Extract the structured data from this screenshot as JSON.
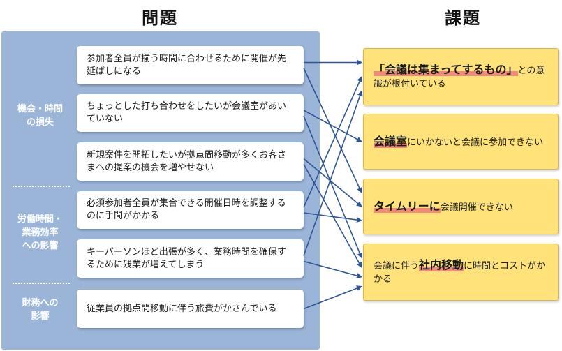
{
  "headers": {
    "problems": "問題",
    "issues": "課題"
  },
  "categories": [
    {
      "label": "機会・時間\nの損失"
    },
    {
      "label": "労働時間・\n業務効率\nへの影響"
    },
    {
      "label": "財務への\n影響"
    }
  ],
  "problems": [
    {
      "text": "参加者全員が揃う時間に合わせるために開催が先延ばしになる"
    },
    {
      "text": "ちょっとした打ち合わせをしたいが会議室があいていない"
    },
    {
      "text": "新規案件を開拓したいが拠点間移動が多くお客さまへの提案の機会を増やせない"
    },
    {
      "text": "必須参加者全員が集合できる開催日時を調整するのに手間がかかる"
    },
    {
      "text": "キーパーソンほど出張が多く、業務時間を確保するために残業が増えてしまう"
    },
    {
      "text": "従業員の拠点間移動に伴う旅費がかさんでいる"
    }
  ],
  "issues": [
    {
      "pre": "",
      "highlight": "「会議は集まってするもの」",
      "post": "との意識が根付いている"
    },
    {
      "pre": "",
      "highlight": "会議室",
      "post": "にいかないと会議に参加できない"
    },
    {
      "pre": "",
      "highlight": "タイムリーに",
      "post": "会議開催できない"
    },
    {
      "pre": "会議に伴う",
      "highlight": "社内移動",
      "post": "に時間とコストがかかる"
    }
  ],
  "colors": {
    "panel": "#9bb5d9",
    "issue_fill": "#ffe37a",
    "highlight": "#f08a7a",
    "arrow": "#2f5597"
  },
  "connections": [
    [
      0,
      0
    ],
    [
      0,
      2
    ],
    [
      1,
      1
    ],
    [
      1,
      3
    ],
    [
      2,
      2
    ],
    [
      2,
      3
    ],
    [
      3,
      0
    ],
    [
      3,
      2
    ],
    [
      4,
      0
    ],
    [
      4,
      3
    ],
    [
      5,
      3
    ]
  ]
}
